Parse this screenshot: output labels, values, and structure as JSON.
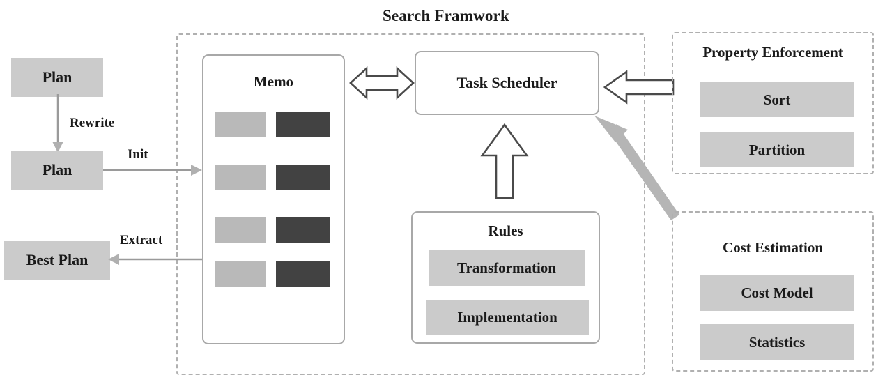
{
  "diagram": {
    "title": "Search Framwork"
  },
  "left_flow": {
    "plan_top": "Plan",
    "plan_bottom": "Plan",
    "best_plan": "Best Plan",
    "edges": {
      "rewrite": "Rewrite",
      "init": "Init",
      "extract": "Extract"
    }
  },
  "memo": {
    "title": "Memo",
    "rows": [
      {
        "left": "",
        "right": ""
      },
      {
        "left": "",
        "right": ""
      },
      {
        "left": "",
        "right": ""
      },
      {
        "left": "",
        "right": ""
      }
    ]
  },
  "task_scheduler": {
    "label": "Task Scheduler"
  },
  "rules": {
    "title": "Rules",
    "items": [
      {
        "label": "Transformation"
      },
      {
        "label": "Implementation"
      }
    ]
  },
  "property_enforcement": {
    "title": "Property Enforcement",
    "items": [
      {
        "label": "Sort"
      },
      {
        "label": "Partition"
      }
    ]
  },
  "cost_estimation": {
    "title": "Cost Estimation",
    "items": [
      {
        "label": "Cost Model"
      },
      {
        "label": "Statistics"
      }
    ]
  },
  "colors": {
    "gray_box_fill": "#cbcbcb",
    "memo_light": "#b9b9b9",
    "memo_dark": "#424242",
    "panel_border": "#a8a8a8",
    "dashed_border": "#b0b0b0",
    "arrow_outline": "#4a4a4a",
    "thin_arrow": "#9a9a9a",
    "thick_arrow": "#b5b5b5",
    "text": "#1a1a1a"
  }
}
